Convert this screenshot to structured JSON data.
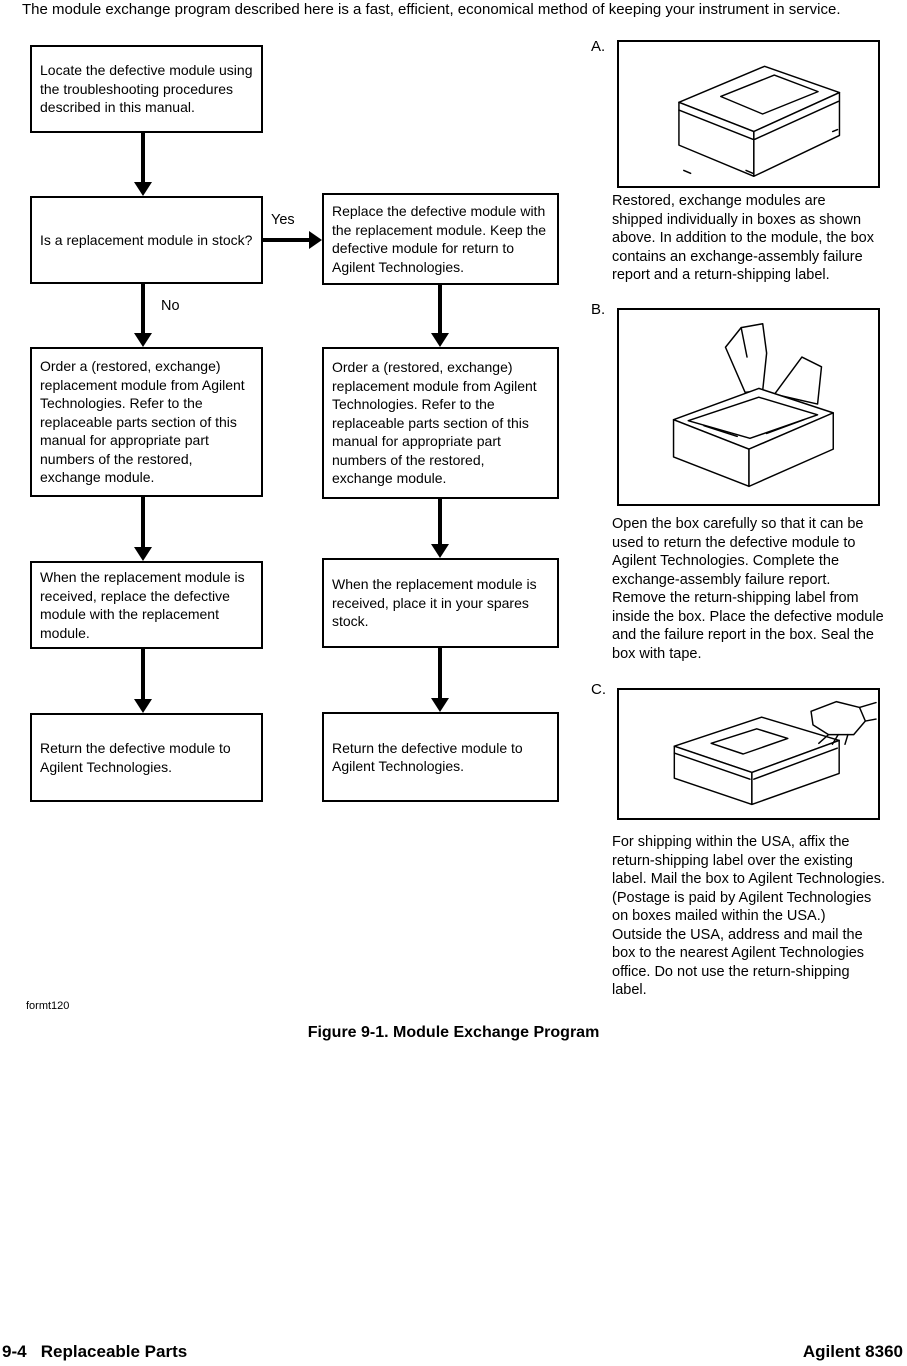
{
  "page": {
    "intro": "The module exchange program described here is a fast, efficient, economical method of keeping your instrument in service.",
    "form_number": "formt120",
    "figure_caption": "Figure 9-1. Module Exchange Program",
    "footer_left": "9-4   Replaceable Parts",
    "footer_right": "Agilent 8360"
  },
  "flowchart": {
    "yes_label": "Yes",
    "no_label": "No",
    "boxes": {
      "locate": "Locate the defective module using the troubleshooting procedures described in this manual.",
      "in_stock": "Is a replacement module in stock?",
      "replace": "Replace the defective module with the replacement module.  Keep the defective module for return to Agilent Technologies.",
      "order_left": "Order a (restored, exchange) replacement module from Agilent Technologies.  Refer to the replaceable parts section of this manual for appropriate part numbers of the restored, exchange module.",
      "order_right": "Order a (restored, exchange) replacement module from Agilent Technologies.  Refer to the replaceable parts section of this manual for appropriate part numbers of the restored, exchange module.",
      "received_left": "When the replacement module is received, replace the defective module with the replacement module.",
      "received_right": "When the replacement module is received, place it in your spares stock.",
      "return_left": "Return the defective module to Agilent Technologies.",
      "return_right": "Return the defective module to Agilent Technologies."
    }
  },
  "panels": [
    {
      "label": "A.",
      "illustration": "closed-shipping-box",
      "caption": "Restored, exchange modules are shipped individually in boxes as shown above.  In addition to the module, the box contains an exchange-assembly failure report and a return-shipping label."
    },
    {
      "label": "B.",
      "illustration": "open-shipping-box",
      "caption": "Open the box carefully so that it can be used to return the defective module to Agilent Technologies.  Complete the exchange-assembly failure report.  Remove the return-shipping label from inside the box.  Place the defective module and the failure report in the box.  Seal the box with tape."
    },
    {
      "label": "C.",
      "illustration": "taped-shipping-box",
      "caption": "For shipping within the USA, affix the return-shipping label over the existing label.  Mail the box to Agilent Technologies.  (Postage is paid by Agilent Technologies on boxes mailed within the USA.)\nOutside the USA, address and mail the box to the nearest Agilent Technologies office.  Do not use the return-shipping label."
    }
  ]
}
